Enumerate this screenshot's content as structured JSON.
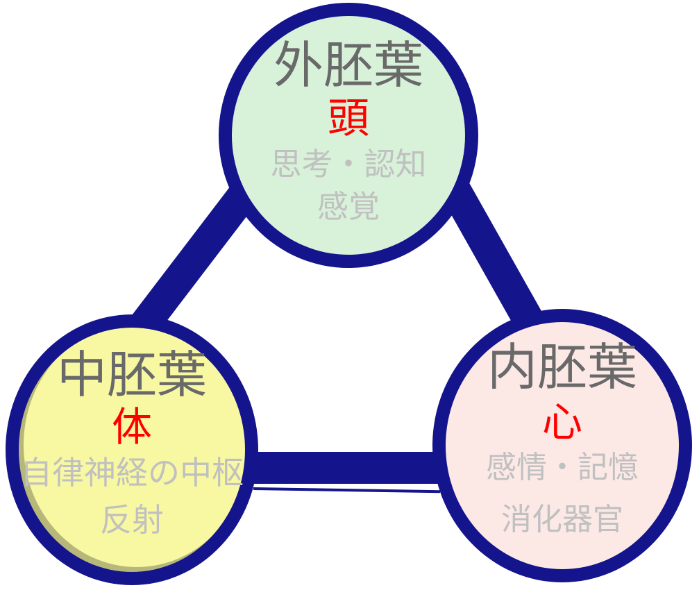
{
  "diagram": {
    "colors": {
      "connector": "#14148c",
      "node_border": "#14148c",
      "title_text": "#696969",
      "keyword_text": "#ff0000",
      "detail_text": "#c0c0c0",
      "ectoderm_fill": "#d8f2da",
      "mesoderm_fill": "#f8f8a2",
      "endoderm_fill": "#fce9e6"
    },
    "nodes": [
      {
        "name": "ectoderm",
        "title": "外胚葉",
        "keyword": "頭",
        "details": [
          "思考・認知",
          "感覚"
        ],
        "fill": "#d8f2da"
      },
      {
        "name": "mesoderm",
        "title": "中胚葉",
        "keyword": "体",
        "details": [
          "自律神経の中枢",
          "反射"
        ],
        "fill": "#f8f8a2"
      },
      {
        "name": "endoderm",
        "title": "内胚葉",
        "keyword": "心",
        "details": [
          "感情・記憶",
          "消化器官"
        ],
        "fill": "#fce9e6"
      }
    ]
  }
}
